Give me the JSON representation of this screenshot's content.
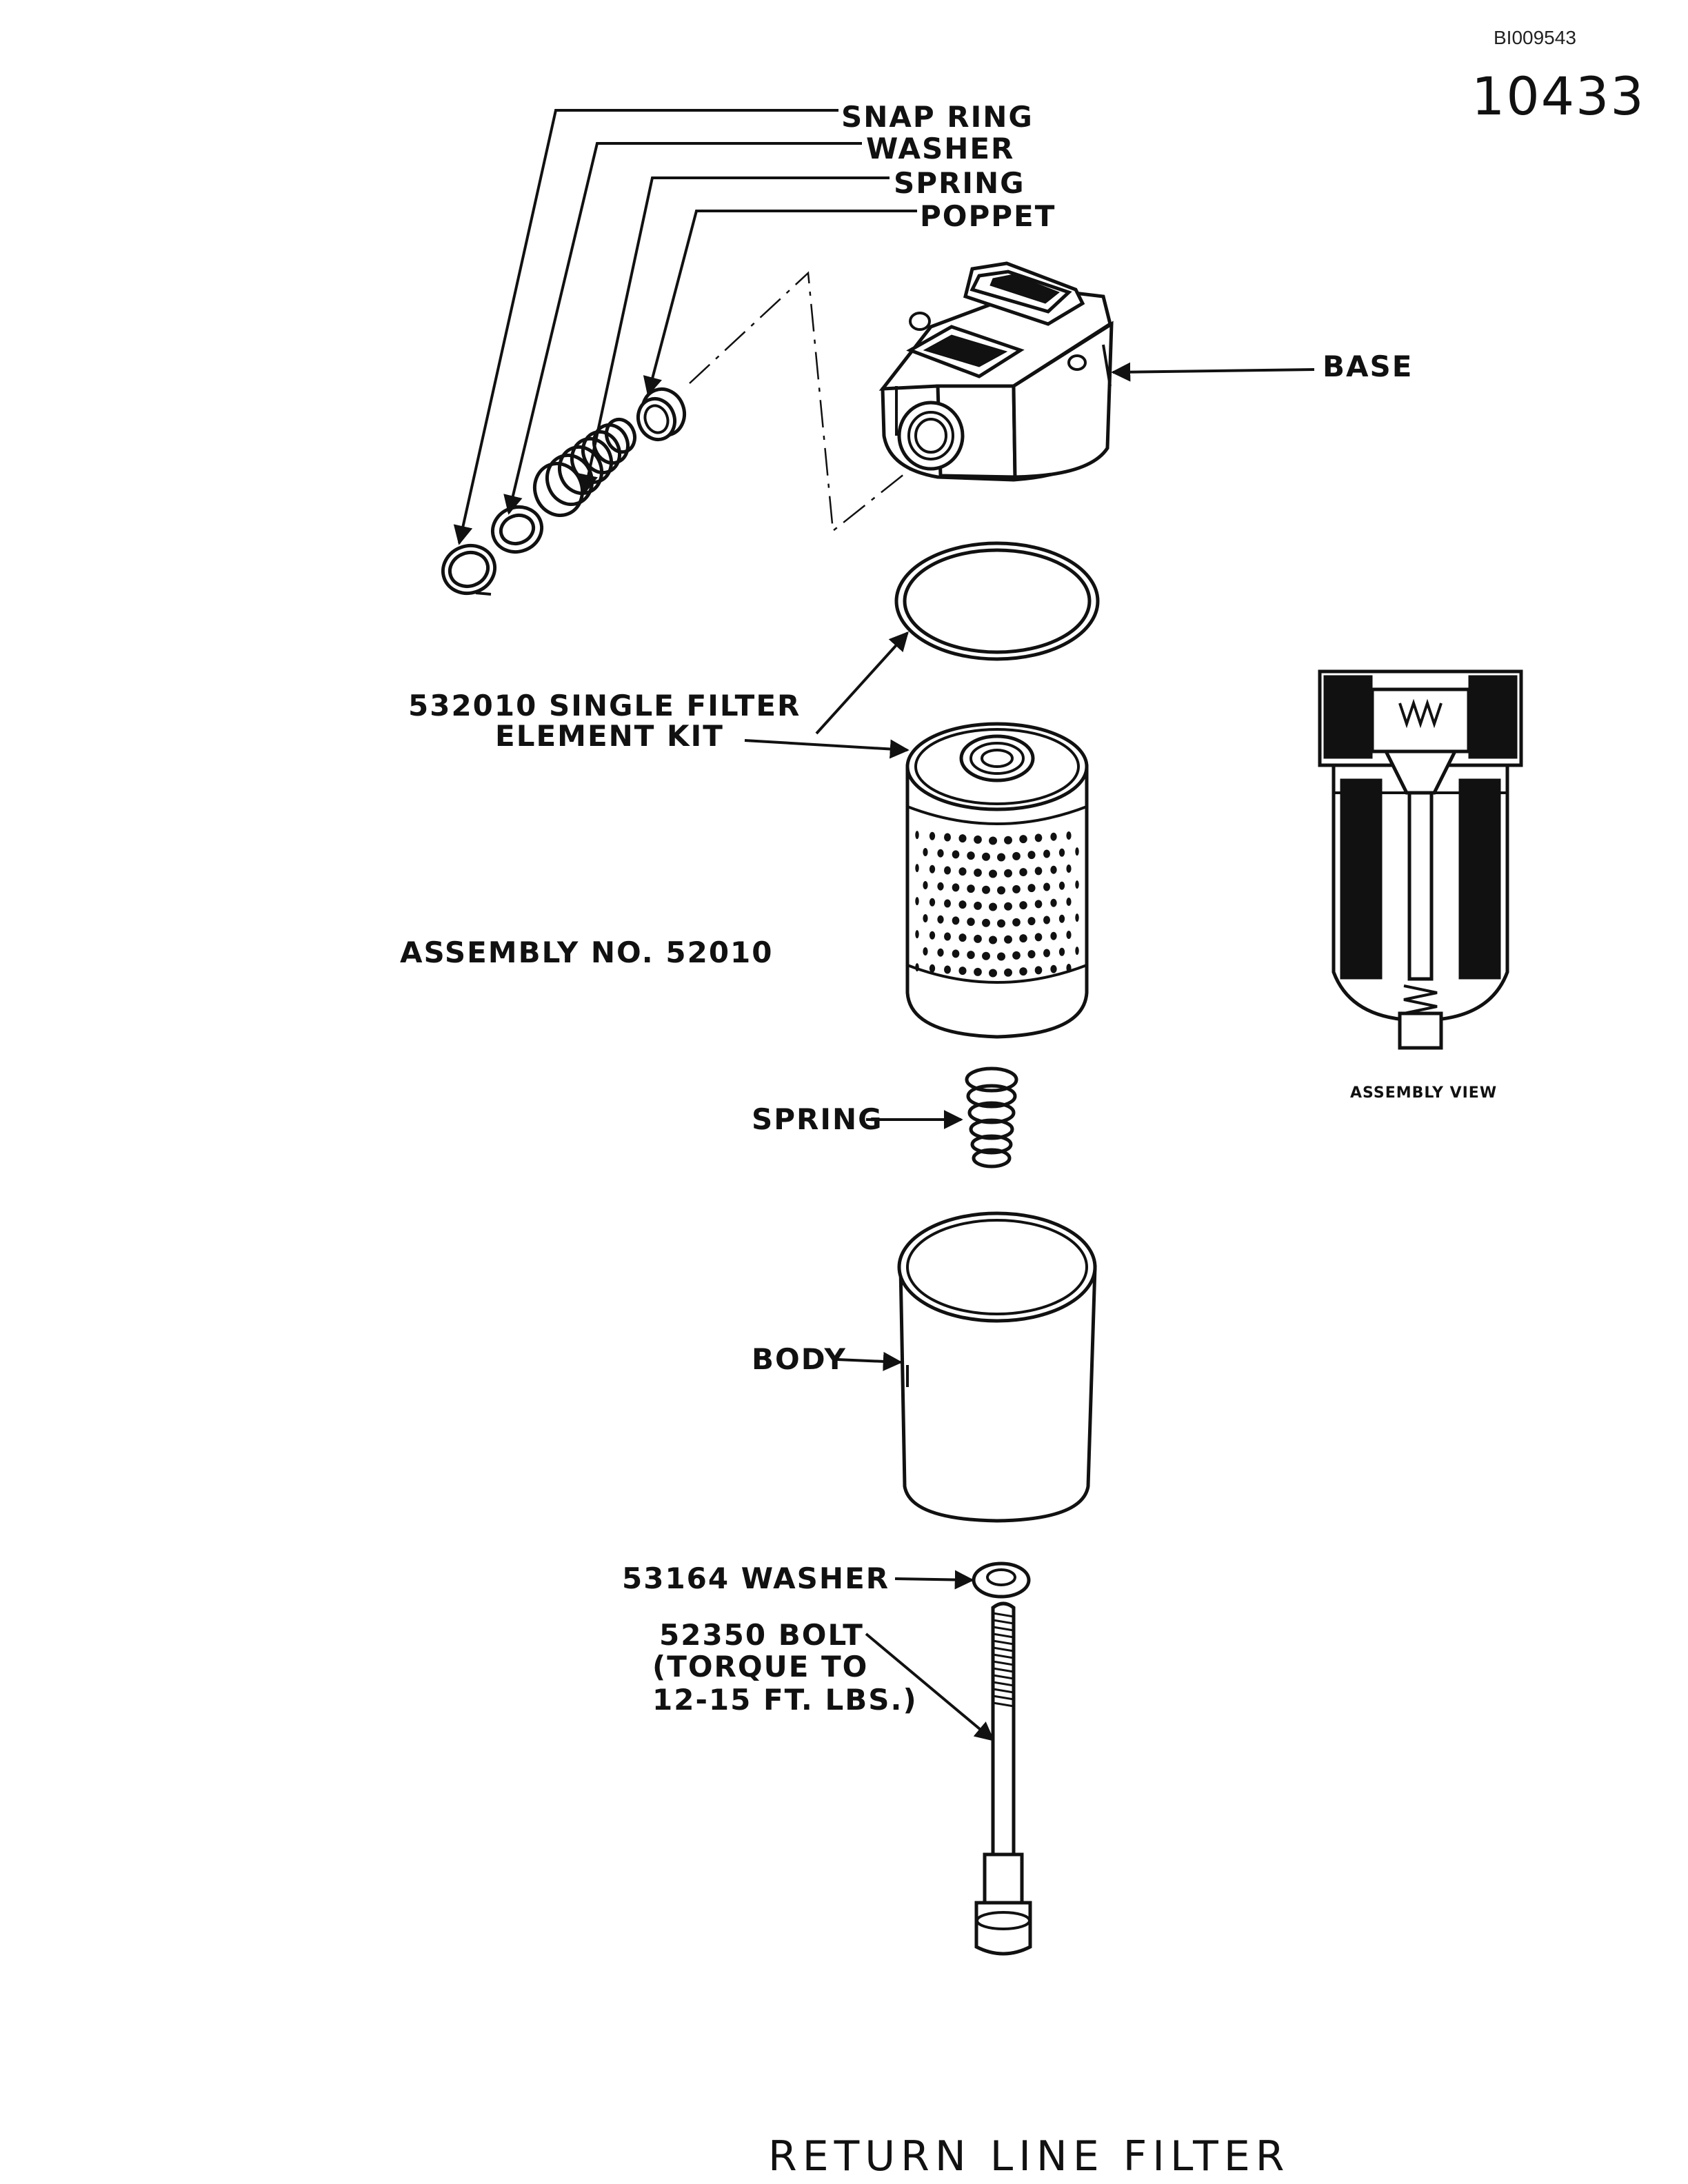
{
  "document_id": "BI009543",
  "drawing_number": "10433",
  "title": "RETURN LINE FILTER",
  "assembly_number": "ASSEMBLY NO. 52010",
  "assembly_view_caption": "ASSEMBLY VIEW",
  "callouts": {
    "snap_ring": "SNAP RING",
    "washer_top": "WASHER",
    "spring_top": "SPRING",
    "poppet": "POPPET",
    "base": "BASE",
    "kit_line1": "532010 SINGLE FILTER",
    "kit_line2": "ELEMENT KIT",
    "spring_mid": "SPRING",
    "body": "BODY",
    "washer_bottom": "53164  WASHER",
    "bolt_line1": "52350 BOLT",
    "bolt_line2": "(TORQUE  TO",
    "bolt_line3": "12-15  FT.  LBS.)"
  }
}
